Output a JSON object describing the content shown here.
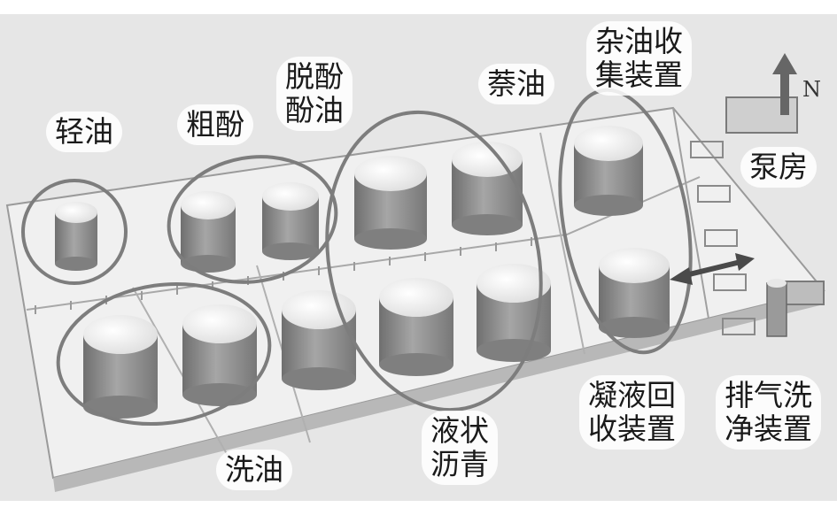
{
  "labels": {
    "light_oil": "轻油",
    "crude_phenol": "粗酚",
    "dephenolized_oil_line1": "脱酚",
    "dephenolized_oil_line2": "酚油",
    "naphthalene_oil": "萘油",
    "misc_oil_line1": "杂油收",
    "misc_oil_line2": "集装置",
    "pump_house": "泵房",
    "wash_oil": "洗油",
    "liquid_asphalt_line1": "液状",
    "liquid_asphalt_line2": "沥青",
    "condensate_line1": "凝液回",
    "condensate_line2": "收装置",
    "exhaust_line1": "排气洗",
    "exhaust_line2": "净装置",
    "north": "N"
  },
  "colors": {
    "background": "#e6e6e6",
    "platform_top": "#efefef",
    "tank_body": "#8c8c8c",
    "tank_top": "#f7f7f7",
    "ellipse_stroke": "#7d7d7d",
    "arrow": "#4a4a4a"
  }
}
